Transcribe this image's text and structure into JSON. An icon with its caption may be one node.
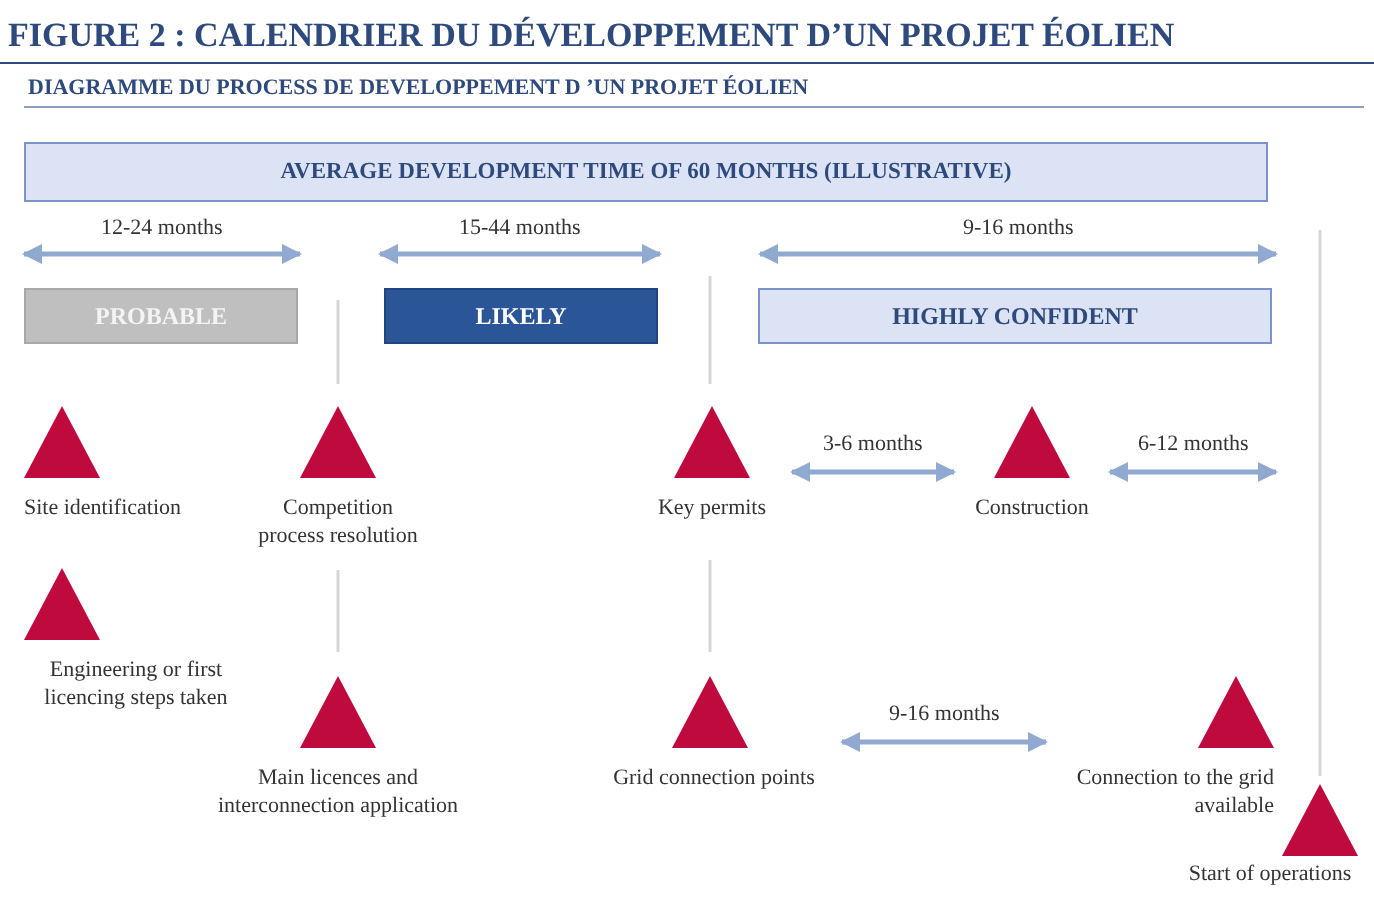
{
  "diagram": {
    "title": "FIGURE 2 : CALENDRIER DU DÉVELOPPEMENT D’UN PROJET ÉOLIEN",
    "nodes": [
      {
        "text": [
          "AVERAGE DEVELOPMENT TIME OF  60 MONTHS (ILLUSTRATIVE)"
        ]
      },
      {
        "text": [
          "PROBABLE"
        ]
      },
      {
        "text": [
          "LIKELY"
        ]
      },
      {
        "text": [
          "HIGHLY CONFIDENT"
        ]
      },
      {
        "text": [
          "Site identification"
        ]
      },
      {
        "text": [
          "Competition process resolution"
        ]
      },
      {
        "text": [
          "Key permits"
        ]
      },
      {
        "text": [
          "Construction"
        ]
      },
      {
        "text": [
          "Engineering or first licencing steps taken"
        ]
      },
      {
        "text": [
          "Main licences and interconnection application"
        ]
      },
      {
        "text": [
          "Grid connection points"
        ]
      },
      {
        "text": [
          "Connection to the grid available"
        ]
      },
      {
        "text": [
          "Start of operations"
        ]
      }
    ],
    "edges": [
      {
        "from": 6,
        "to": 7,
        "arrow": "both",
        "label": "3-6 months"
      },
      {
        "from": 7,
        "to": null,
        "arrow": "both",
        "label": "6-12 months"
      },
      {
        "from": 10,
        "to": 11,
        "arrow": "both",
        "label": "9-16 months"
      }
    ],
    "labels": [
      "DIAGRAMME DU PROCESS DE DEVELOPPEMENT D ’UN PROJET ÉOLIEN",
      "12-24 months",
      "15-44 months",
      "9-16 months"
    ]
  }
}
